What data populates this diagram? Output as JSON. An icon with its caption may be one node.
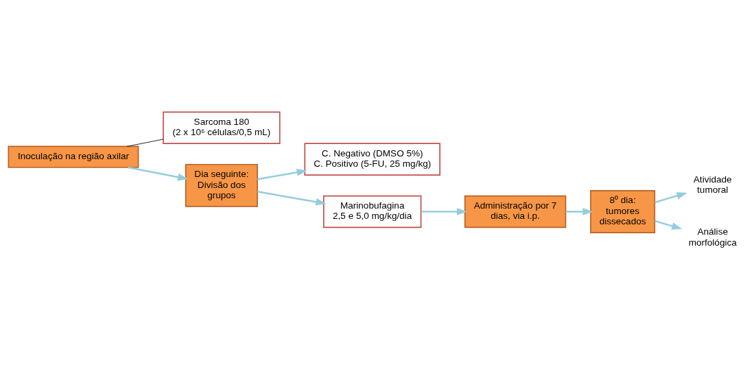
{
  "diagram": {
    "nodes": [
      {
        "text": [
          "Inoculação na região axilar"
        ]
      },
      {
        "text": [
          "Sarcoma 180",
          "(2 x 10⁶ células/0,5 mL)"
        ]
      },
      {
        "text": [
          "Dia seguinte: Divisão dos grupos"
        ]
      },
      {
        "text": [
          "C. Negativo (DMSO 5%)",
          "C. Positivo (5-FU, 25 mg/kg)"
        ]
      },
      {
        "text": [
          "Marinobufagina",
          "2,5 e 5,0 mg/kg/dia"
        ]
      },
      {
        "text": [
          "Administração por 7 dias, via i.p."
        ]
      },
      {
        "text": [
          "8º dia: tumores dissecados"
        ]
      },
      {
        "text": [
          "Atividade tumoral"
        ]
      },
      {
        "text": [
          "Análise morfológica"
        ]
      }
    ],
    "edges": [
      {
        "from": 0,
        "to": 1,
        "arrow": "none",
        "color": "#000000"
      },
      {
        "from": 0,
        "to": 2,
        "arrow": "to"
      },
      {
        "from": 2,
        "to": 3,
        "arrow": "to"
      },
      {
        "from": 2,
        "to": 4,
        "arrow": "to"
      },
      {
        "from": 4,
        "to": 5,
        "arrow": "to"
      },
      {
        "from": 5,
        "to": 6,
        "arrow": "to"
      },
      {
        "from": 6,
        "to": 7,
        "arrow": "to"
      },
      {
        "from": 6,
        "to": 8,
        "arrow": "to"
      }
    ]
  }
}
